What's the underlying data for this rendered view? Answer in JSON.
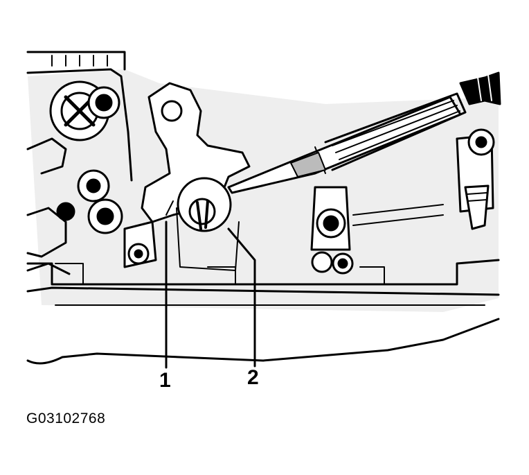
{
  "diagram": {
    "callouts": [
      {
        "id": "1",
        "text": "1"
      },
      {
        "id": "2",
        "text": "2"
      }
    ],
    "figure_id": "G03102768",
    "colors": {
      "ink": "#000000",
      "paper": "#ffffff",
      "shade": "#e6e6e6"
    },
    "icons": [
      "arrow-icon"
    ]
  }
}
